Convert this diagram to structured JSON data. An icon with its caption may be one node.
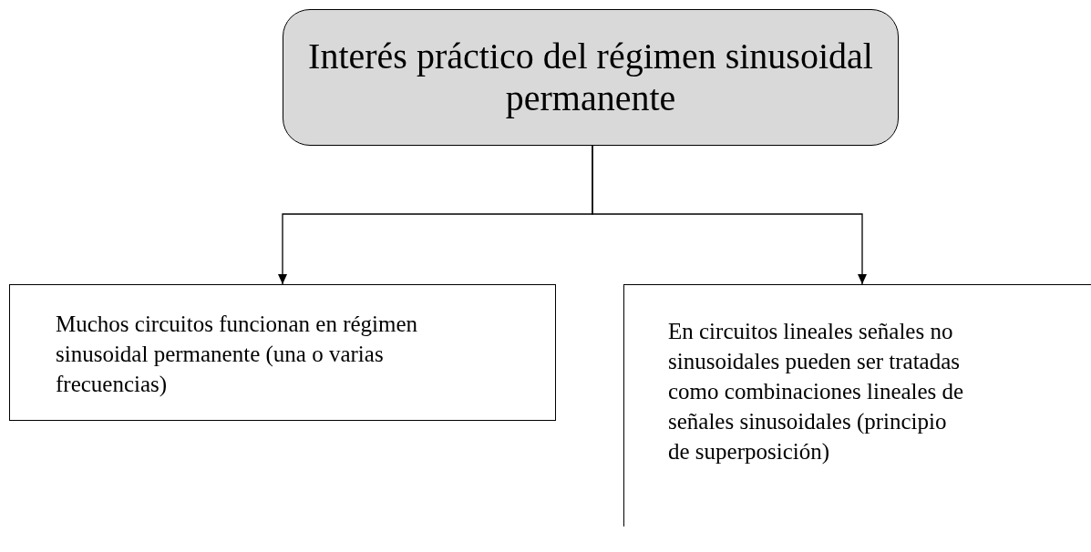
{
  "diagram": {
    "nodes": [
      {
        "text": [
          "Interés práctico del régimen sinusoidal permanente"
        ]
      },
      {
        "text": [
          "Muchos circuitos funcionan en régimen sinusoidal permanente (una o varias frecuencias)"
        ]
      },
      {
        "text": [
          "En circuitos lineales señales no sinusoidales pueden ser tratadas como combinaciones lineales de señales sinusoidales (principio de superposición)"
        ]
      }
    ],
    "edges": [
      {
        "from": 0,
        "to": 1,
        "arrow": "to"
      },
      {
        "from": 0,
        "to": 2,
        "arrow": "to"
      }
    ]
  }
}
